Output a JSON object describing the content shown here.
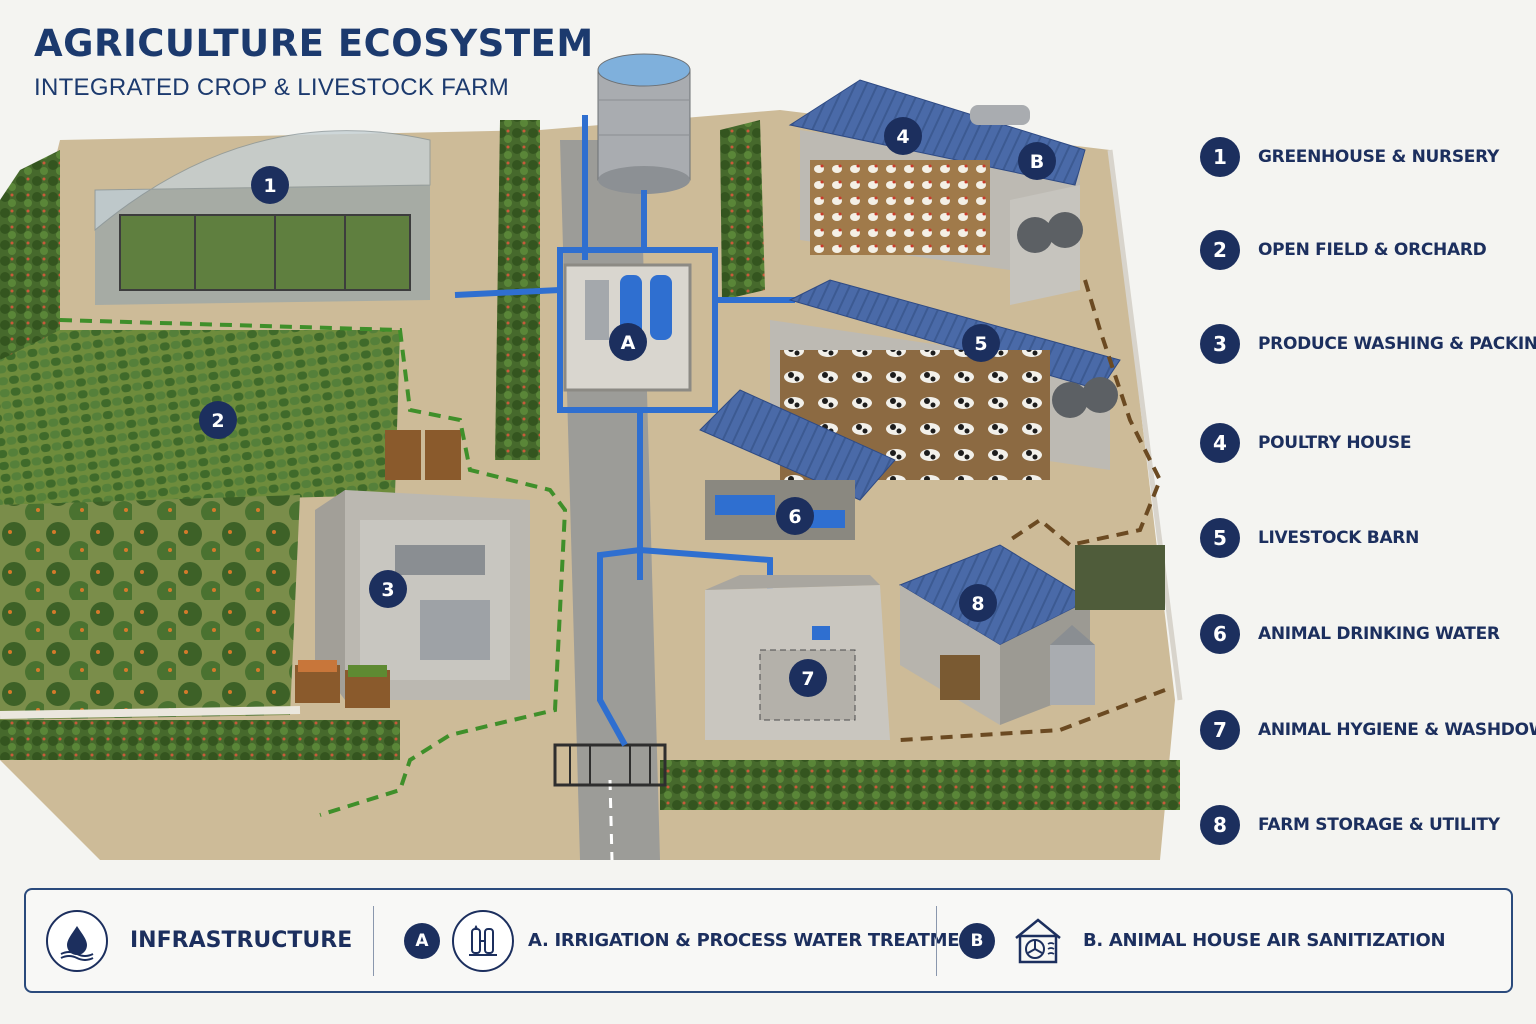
{
  "header": {
    "title": "AGRICULTURE ECOSYSTEM",
    "subtitle": "INTEGRATED CROP & LIVESTOCK FARM"
  },
  "map_badges": {
    "b1": "1",
    "b2": "2",
    "b3": "3",
    "b4": "4",
    "b5": "5",
    "b6": "6",
    "b7": "7",
    "b8": "8",
    "bA": "A",
    "bB": "B"
  },
  "legend": [
    {
      "number": "1",
      "label": "GREENHOUSE & NURSERY"
    },
    {
      "number": "2",
      "label": "OPEN FIELD & ORCHARD"
    },
    {
      "number": "3",
      "label": "PRODUCE WASHING & PACKING"
    },
    {
      "number": "4",
      "label": "POULTRY HOUSE"
    },
    {
      "number": "5",
      "label": "LIVESTOCK BARN"
    },
    {
      "number": "6",
      "label": "ANIMAL DRINKING WATER"
    },
    {
      "number": "7",
      "label": "ANIMAL HYGIENE & WASHDOWN"
    },
    {
      "number": "8",
      "label": "FARM STORAGE & UTILITY"
    }
  ],
  "infrastructure": {
    "title": "INFRASTRUCTURE",
    "a_badge": "A",
    "a_label": "A. IRRIGATION & PROCESS WATER TREATMENT",
    "b_badge": "B",
    "b_label": "B. ANIMAL HOUSE AIR SANITIZATION",
    "icons": [
      "water-drop-icon",
      "water-treatment-icon",
      "air-sanitization-icon"
    ]
  },
  "colors": {
    "navy": "#1c2f5e",
    "grass": "#5e7f3a",
    "roof_blue": "#4a6aa8",
    "pipe_blue": "#2f6fd0",
    "path_green": "#3f8f2a",
    "path_brown": "#6b4a22"
  }
}
